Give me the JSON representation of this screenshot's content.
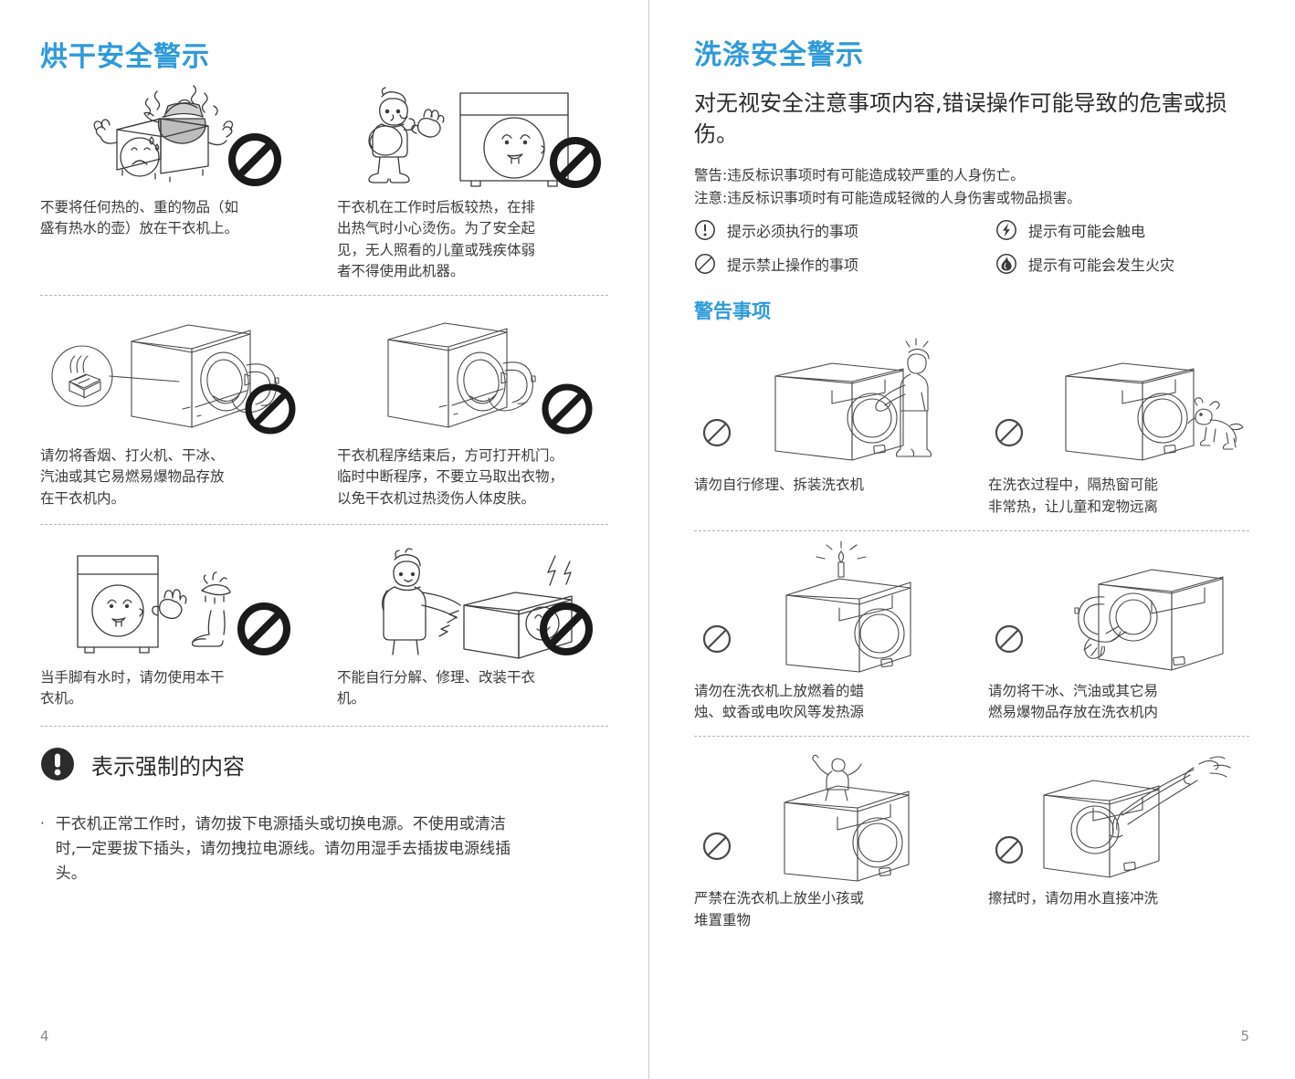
{
  "left_page": {
    "title": "烘干安全警示",
    "folio": "4",
    "warnings": [
      {
        "art": "kettle-on-dryer",
        "caption": "不要将任何热的、重的物品（如\n盛有热水的壶）放在干衣机上。"
      },
      {
        "art": "child-near-hot-dryer",
        "caption": "干衣机在工作时后板较热，在排\n出热气时小心烫伤。为了安全起\n见，无人照看的儿童或残疾体弱\n者不得使用此机器。"
      },
      {
        "art": "flammables-in-dryer",
        "caption": "请勿将香烟、打火机、干冰、\n汽油或其它易燃易爆物品存放\n在干衣机内。"
      },
      {
        "art": "open-door-after-program",
        "caption": "干衣机程序结束后，方可打开机门。\n临时中断程序，不要立马取出衣物，\n以免干衣机过热烫伤人体皮肤。"
      },
      {
        "art": "wet-hands-feet",
        "caption": "当手脚有水时，请勿使用本干\n衣机。"
      },
      {
        "art": "no-self-repair-dryer",
        "caption": "不能自行分解、修理、改装干衣\n机。"
      }
    ],
    "mandatory": {
      "label": "表示强制的内容",
      "bullet_mark": "·",
      "bullet_text": "干衣机正常工作时，请勿拔下电源插头或切换电源。不使用或清洁\n时,一定要拔下插头，请勿拽拉电源线。请勿用湿手去插拔电源线插\n头。"
    }
  },
  "right_page": {
    "title": "洗涤安全警示",
    "folio": "5",
    "lead": "对无视安全注意事项内容,错误操作可能导致的危害或损伤。",
    "notes": [
      "警告:违反标识事项时有可能造成较严重的人身伤亡。",
      "注意:违反标识事项时有可能造成轻微的人身伤害或物品损害。"
    ],
    "legend": [
      {
        "icon": "exclamation-circle-icon",
        "text": "提示必须执行的事项"
      },
      {
        "icon": "electric-shock-icon",
        "text": "提示有可能会触电"
      },
      {
        "icon": "prohibition-icon",
        "text": "提示禁止操作的事项"
      },
      {
        "icon": "fire-icon",
        "text": "提示有可能会发生火灾"
      }
    ],
    "warning_section_title": "警告事项",
    "warnings": [
      {
        "art": "person-repairing-washer",
        "caption": "请勿自行修理、拆装洗衣机"
      },
      {
        "art": "pet-near-hot-window",
        "caption": "在洗衣过程中，隔热窗可能\n非常热，让儿童和宠物远离"
      },
      {
        "art": "candle-on-washer",
        "caption": "请勿在洗衣机上放燃着的蜡\n烛、蚊香或电吹风等发热源"
      },
      {
        "art": "flammables-in-washer",
        "caption": "请勿将干冰、汽油或其它易\n燃易爆物品存放在洗衣机内"
      },
      {
        "art": "child-sitting-on-washer",
        "caption": "严禁在洗衣机上放坐小孩或\n堆置重物"
      },
      {
        "art": "water-spray-on-washer",
        "caption": "擦拭时，请勿用水直接冲洗"
      }
    ]
  },
  "colors": {
    "heading_blue": "#2f9ada",
    "body_gray": "#3a3a3a",
    "rule_gray": "#b4b4b4",
    "folio_gray": "#8a8a8a"
  }
}
